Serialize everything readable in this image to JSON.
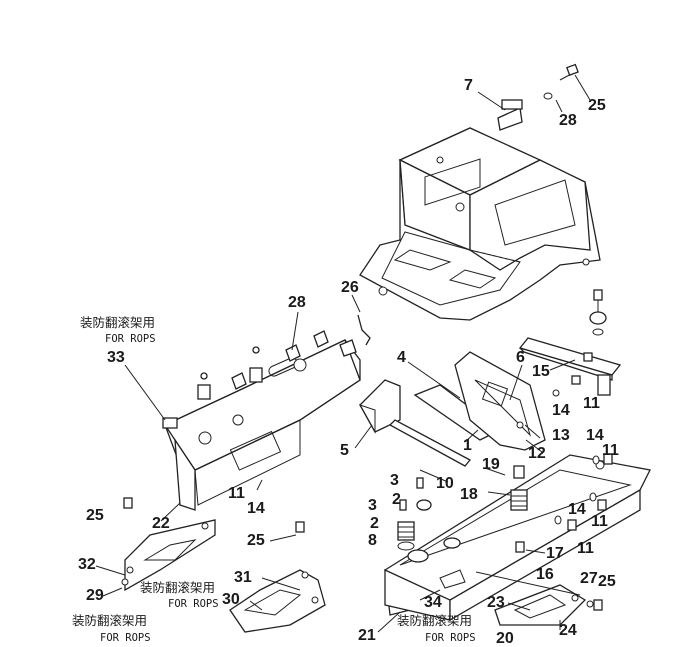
{
  "callouts": [
    {
      "id": "c7",
      "text": "7"
    },
    {
      "id": "c25a",
      "text": "25"
    },
    {
      "id": "c28a",
      "text": "28"
    },
    {
      "id": "c26",
      "text": "26"
    },
    {
      "id": "c28b",
      "text": "28"
    },
    {
      "id": "c33",
      "text": "33"
    },
    {
      "id": "c4",
      "text": "4"
    },
    {
      "id": "c6",
      "text": "6"
    },
    {
      "id": "c15",
      "text": "15"
    },
    {
      "id": "c14a",
      "text": "14"
    },
    {
      "id": "c11a",
      "text": "11"
    },
    {
      "id": "c5",
      "text": "5"
    },
    {
      "id": "c1",
      "text": "1"
    },
    {
      "id": "c13",
      "text": "13"
    },
    {
      "id": "c14b",
      "text": "14"
    },
    {
      "id": "c11b",
      "text": "11"
    },
    {
      "id": "c12",
      "text": "12"
    },
    {
      "id": "c19",
      "text": "19"
    },
    {
      "id": "c3a",
      "text": "3"
    },
    {
      "id": "c10",
      "text": "10"
    },
    {
      "id": "c18",
      "text": "18"
    },
    {
      "id": "c11c",
      "text": "11"
    },
    {
      "id": "c14c",
      "text": "14"
    },
    {
      "id": "c2a",
      "text": "2"
    },
    {
      "id": "c3b",
      "text": "3"
    },
    {
      "id": "c14d",
      "text": "14"
    },
    {
      "id": "c11d",
      "text": "11"
    },
    {
      "id": "c25b",
      "text": "25"
    },
    {
      "id": "c22",
      "text": "22"
    },
    {
      "id": "c2b",
      "text": "2"
    },
    {
      "id": "c8",
      "text": "8"
    },
    {
      "id": "c17",
      "text": "17"
    },
    {
      "id": "c11e",
      "text": "11"
    },
    {
      "id": "c25c",
      "text": "25"
    },
    {
      "id": "c16",
      "text": "16"
    },
    {
      "id": "c32",
      "text": "32"
    },
    {
      "id": "c31",
      "text": "31"
    },
    {
      "id": "c27",
      "text": "27"
    },
    {
      "id": "c25d",
      "text": "25"
    },
    {
      "id": "c29",
      "text": "29"
    },
    {
      "id": "c30",
      "text": "30"
    },
    {
      "id": "c34",
      "text": "34"
    },
    {
      "id": "c23",
      "text": "23"
    },
    {
      "id": "c24",
      "text": "24"
    },
    {
      "id": "c21",
      "text": "21"
    },
    {
      "id": "c20",
      "text": "20"
    }
  ],
  "notes": {
    "rops_upper": {
      "cn": "装防翻滚架用",
      "en": "FOR ROPS"
    },
    "rops_mid": {
      "cn": "装防翻滚架用",
      "en": "FOR ROPS"
    },
    "rops_lower_left": {
      "cn": "装防翻滚架用",
      "en": "FOR ROPS"
    },
    "rops_lower_right": {
      "cn": "装防翻滚架用",
      "en": "FOR ROPS"
    }
  }
}
